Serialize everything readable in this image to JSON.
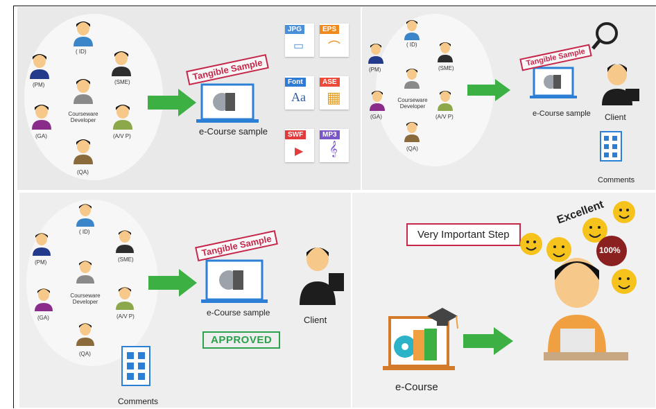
{
  "panel1": {
    "roles": {
      "id": "( ID)",
      "pm": "(PM)",
      "sme": "(SME)",
      "ga": "(GA)",
      "dev": "Courseware Developer",
      "avp": "(A/V P)",
      "qa": "(QA)"
    },
    "tangible": "Tangible Sample",
    "course_sample": "e-Course sample",
    "files": [
      {
        "tag": "JPG",
        "color": "#4a8fd9",
        "glyph": "▭"
      },
      {
        "tag": "EPS",
        "color": "#f08a1c",
        "glyph": "⌒"
      },
      {
        "tag": "Font",
        "color": "#2e7bd6",
        "glyph": "Aa"
      },
      {
        "tag": "ASE",
        "color": "#ee4a3a",
        "glyph": "▦"
      },
      {
        "tag": "SWF",
        "color": "#e23b3b",
        "glyph": "▶"
      },
      {
        "tag": "MP3",
        "color": "#7a56c8",
        "glyph": "𝄞"
      }
    ]
  },
  "panel2": {
    "roles": {
      "id": "( ID)",
      "pm": "(PM)",
      "sme": "(SME)",
      "ga": "(GA)",
      "dev": "Courseware Developer",
      "avp": "(A/V P)",
      "qa": "(QA)"
    },
    "tangible": "Tangible Sample",
    "course_sample": "e-Course sample",
    "client": "Client",
    "comments": "Comments"
  },
  "panel3": {
    "roles": {
      "id": "( ID)",
      "pm": "(PM)",
      "sme": "(SME)",
      "ga": "(GA)",
      "dev": "Courseware Developer",
      "avp": "(A/V P)",
      "qa": "(QA)"
    },
    "tangible": "Tangible Sample",
    "course_sample": "e-Course sample",
    "client": "Client",
    "approved": "APPROVED",
    "comments": "Comments"
  },
  "panel4": {
    "important": "Very Important Step",
    "excellent": "Excellent",
    "percent": "100%",
    "ecourse": "e-Course"
  },
  "colors": {
    "arrow": "#3cb043",
    "accent": "#c6264a",
    "approved": "#2aa14a",
    "laptop": "#2b7fd4",
    "smiley": "#f6c21c"
  }
}
